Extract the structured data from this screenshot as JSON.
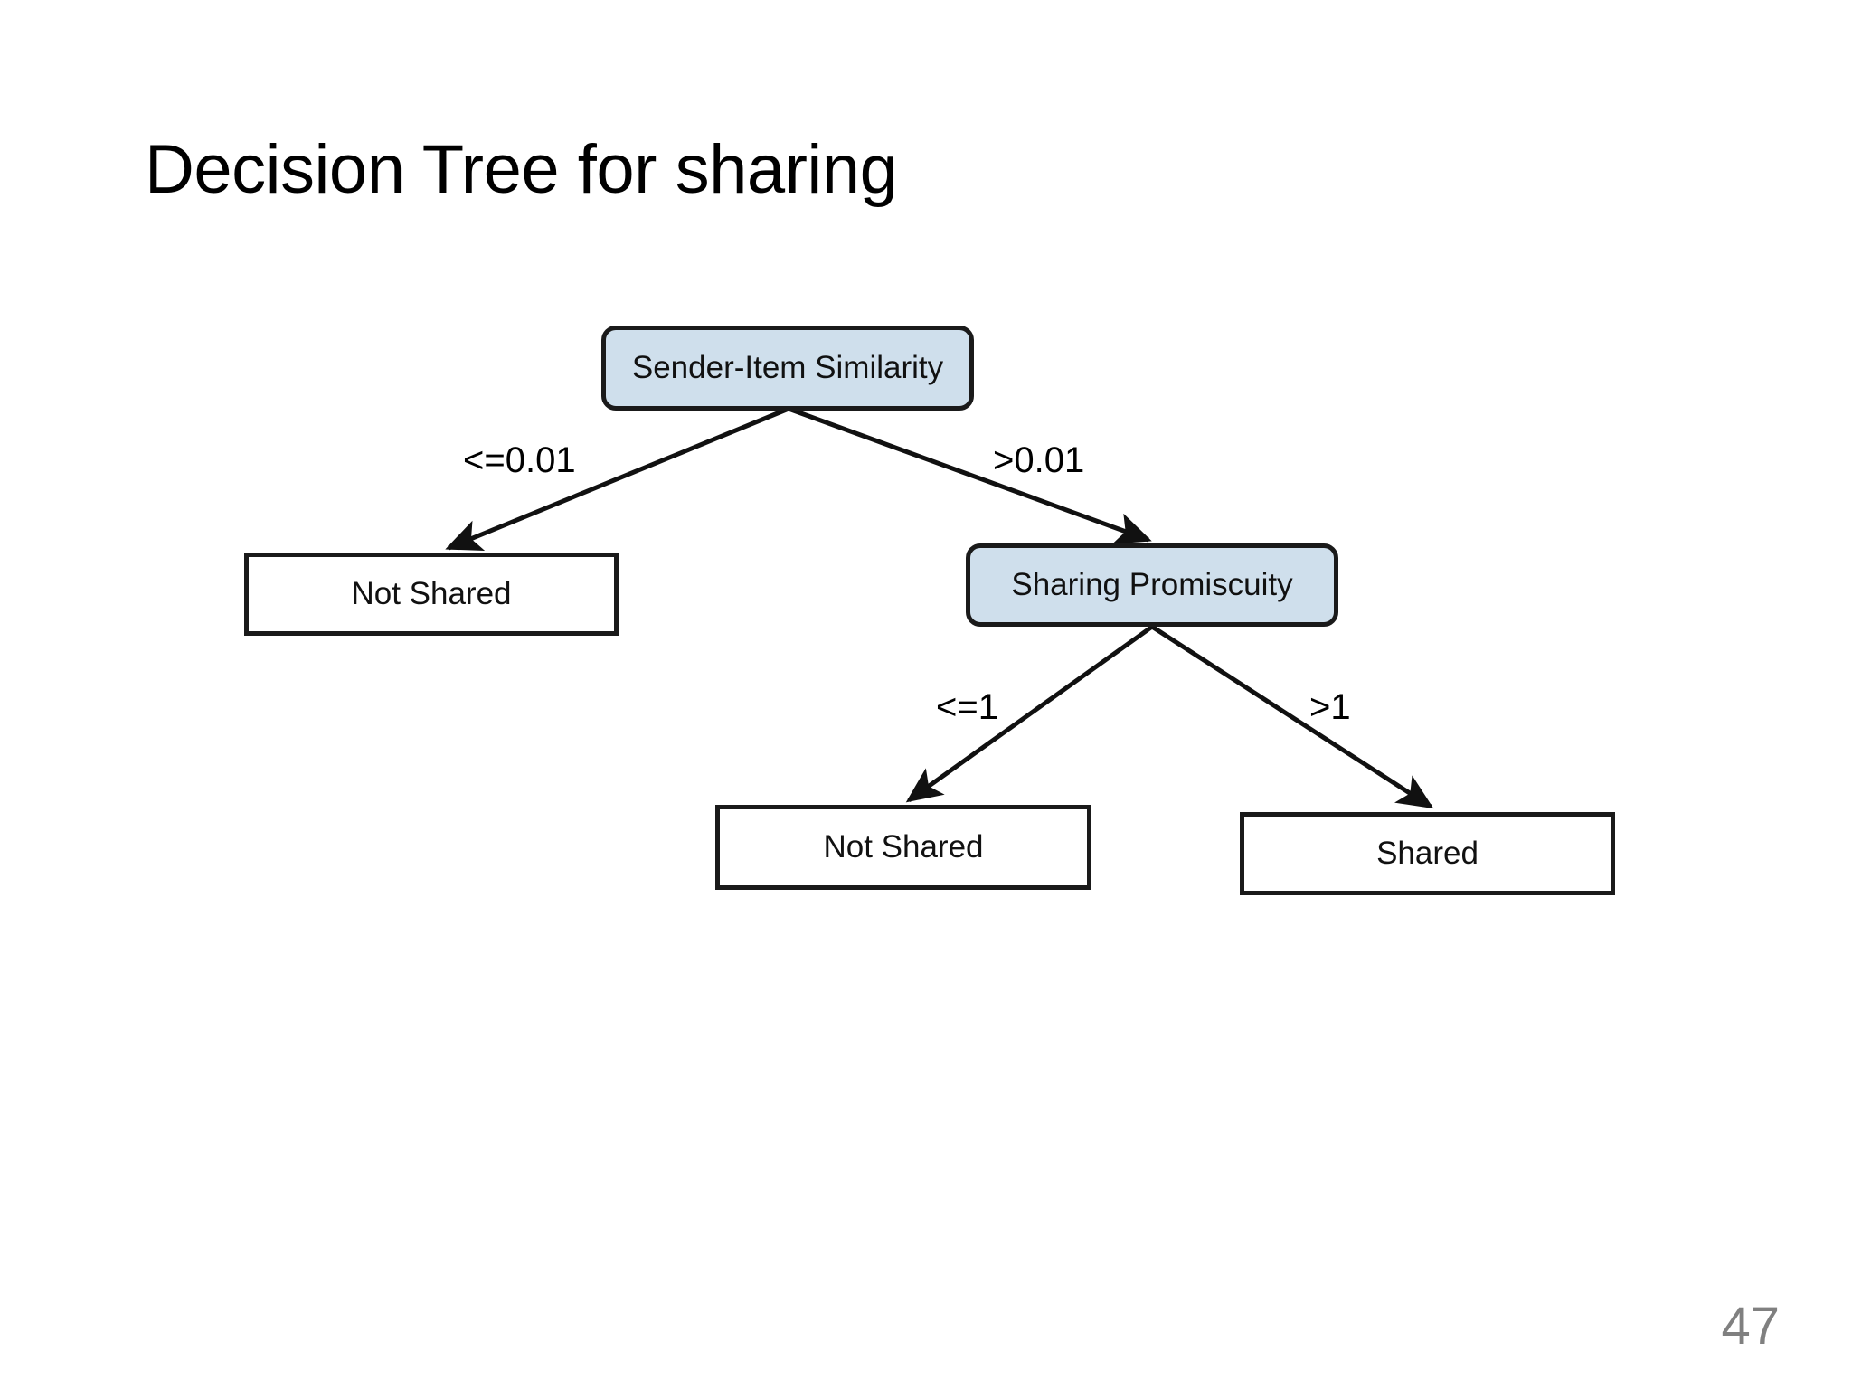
{
  "slide": {
    "title": "Decision Tree for sharing",
    "page_number": "47",
    "background_color": "#ffffff"
  },
  "colors": {
    "decision_node_fill": "#cfdfec",
    "leaf_node_fill": "#ffffff",
    "node_border": "#1a1a1a",
    "text": "#111111",
    "page_number": "#808080"
  },
  "chart_data": {
    "type": "diagram",
    "title": "Decision Tree for sharing",
    "nodes": [
      {
        "id": "root",
        "label": "Sender-Item Similarity",
        "kind": "decision"
      },
      {
        "id": "leaf_left",
        "label": "Not Shared",
        "kind": "leaf"
      },
      {
        "id": "promiscuity",
        "label": "Sharing Promiscuity",
        "kind": "decision"
      },
      {
        "id": "leaf_mid",
        "label": "Not Shared",
        "kind": "leaf"
      },
      {
        "id": "leaf_right",
        "label": "Shared",
        "kind": "leaf"
      }
    ],
    "edges": [
      {
        "from": "root",
        "to": "leaf_left",
        "label": "<=0.01"
      },
      {
        "from": "root",
        "to": "promiscuity",
        "label": ">0.01"
      },
      {
        "from": "promiscuity",
        "to": "leaf_mid",
        "label": "<=1"
      },
      {
        "from": "promiscuity",
        "to": "leaf_right",
        "label": ">1"
      }
    ]
  },
  "tree": {
    "root": {
      "label": "Sender-Item Similarity"
    },
    "promiscuity": {
      "label": "Sharing Promiscuity"
    },
    "leaf_left": {
      "label": "Not Shared"
    },
    "leaf_mid": {
      "label": "Not Shared"
    },
    "leaf_right": {
      "label": "Shared"
    },
    "edge_labels": {
      "root_left": "<=0.01",
      "root_right": ">0.01",
      "promiscuity_left": "<=1",
      "promiscuity_right": ">1"
    }
  }
}
